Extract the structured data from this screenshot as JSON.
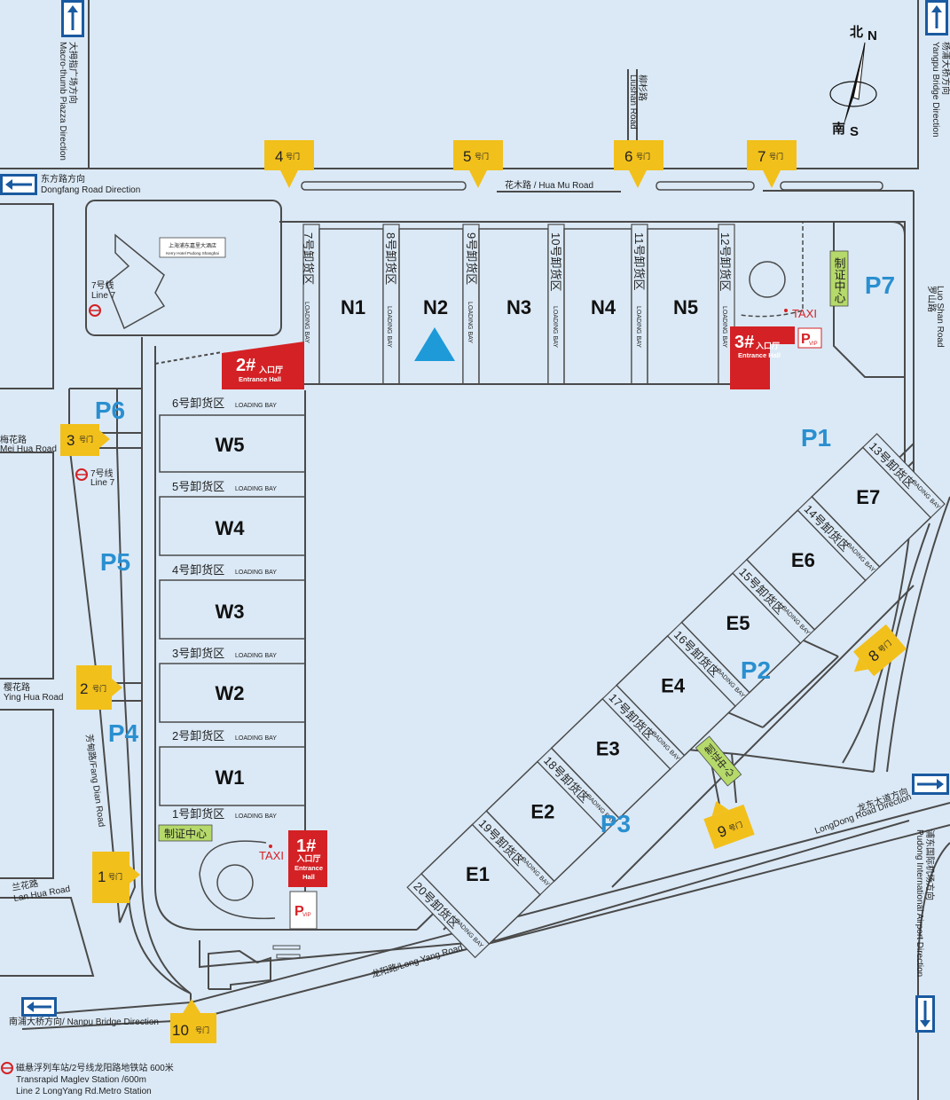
{
  "compass": {
    "north_zh": "北",
    "north_en": "N",
    "south_zh": "南",
    "south_en": "S"
  },
  "directions": {
    "macro_thumb": {
      "zh": "大拇指广场方向",
      "en": "Macro-thumb Piazza Direction"
    },
    "yangpu": {
      "zh": "杨浦大桥方向",
      "en": "Yangpu Bridge Direction"
    },
    "dongfang": {
      "zh": "东方路方向",
      "en": "Dongfang Road Direction"
    },
    "nanpu": {
      "zh": "南浦大桥方向",
      "en": "Nanpu Bridge Direction"
    },
    "pudong_airport": {
      "zh": "浦东国际机场方向",
      "en": "Pudong International Airport Direction"
    },
    "longdong": {
      "zh": "龙东大道方向",
      "en": "LongDong Road Direction"
    }
  },
  "roads": {
    "liushan": {
      "zh": "柳杉路",
      "en": "Liushan Road"
    },
    "huamu": {
      "zh": "花木路",
      "en": "Hua Mu Road"
    },
    "luoshan": {
      "zh": "罗山路",
      "en": "Luo Shan Road"
    },
    "meihua": {
      "zh": "梅花路",
      "en": "Mei Hua Road"
    },
    "yinghua": {
      "zh": "樱花路",
      "en": "Ying Hua Road"
    },
    "fangdian": {
      "zh": "芳甸路",
      "en": "Fang Dian Road"
    },
    "lanhua": {
      "zh": "兰花路",
      "en": "Lan Hua Road"
    },
    "longyang": {
      "zh": "龙阳路",
      "en": "Long Yang Road"
    }
  },
  "hotel": {
    "zh": "上海浦东嘉里大酒店",
    "en": "Kerry Hotel Pudong Shanghai"
  },
  "metro_line7": {
    "zh": "7号线",
    "en": "Line 7"
  },
  "metro_station": {
    "line1": "磁悬浮列车站/2号线龙阳路地铁站  600米",
    "line2": "Transrapid Maglev Station  /600m",
    "line3": "Line 2 LongYang Rd.Metro Station"
  },
  "gate_suffix": "号门",
  "gates": [
    "1",
    "2",
    "3",
    "4",
    "5",
    "6",
    "7",
    "8",
    "9",
    "10"
  ],
  "loading_bay_en": "LOADING BAY",
  "north_bays": [
    "7号卸货区",
    "8号卸货区",
    "9号卸货区",
    "10号卸货区",
    "11号卸货区",
    "12号卸货区"
  ],
  "west_bays": [
    "6号卸货区",
    "5号卸货区",
    "4号卸货区",
    "3号卸货区",
    "2号卸货区",
    "1号卸货区"
  ],
  "east_bays": [
    "13号卸货区",
    "14号卸货区",
    "15号卸货区",
    "16号卸货区",
    "17号卸货区",
    "18号卸货区",
    "19号卸货区",
    "20号卸货区"
  ],
  "halls": {
    "north": [
      "N1",
      "N2",
      "N3",
      "N4",
      "N5"
    ],
    "west": [
      "W5",
      "W4",
      "W3",
      "W2",
      "W1"
    ],
    "east": [
      "E7",
      "E6",
      "E5",
      "E4",
      "E3",
      "E2",
      "E1"
    ]
  },
  "parking": [
    "P1",
    "P2",
    "P3",
    "P4",
    "P5",
    "P6",
    "P7"
  ],
  "entrances": [
    {
      "num": "1#",
      "zh": "入口厅",
      "en1": "Entrance",
      "en2": "Hall"
    },
    {
      "num": "2#",
      "zh": "入口厅",
      "en": "Entrance Hall"
    },
    {
      "num": "3#",
      "zh": "入口厅",
      "en": "Entrance Hall"
    }
  ],
  "badge_center": "制证中心",
  "taxi": "TAXI",
  "vip": {
    "p": "P",
    "sub": "VIP"
  },
  "colors": {
    "background": "#dbe9f6",
    "gate": "#f2c01b",
    "entrance": "#d42125",
    "parking": "#2a8fd0",
    "badge": "#b5d96a",
    "marker": "#1e9ad8"
  }
}
